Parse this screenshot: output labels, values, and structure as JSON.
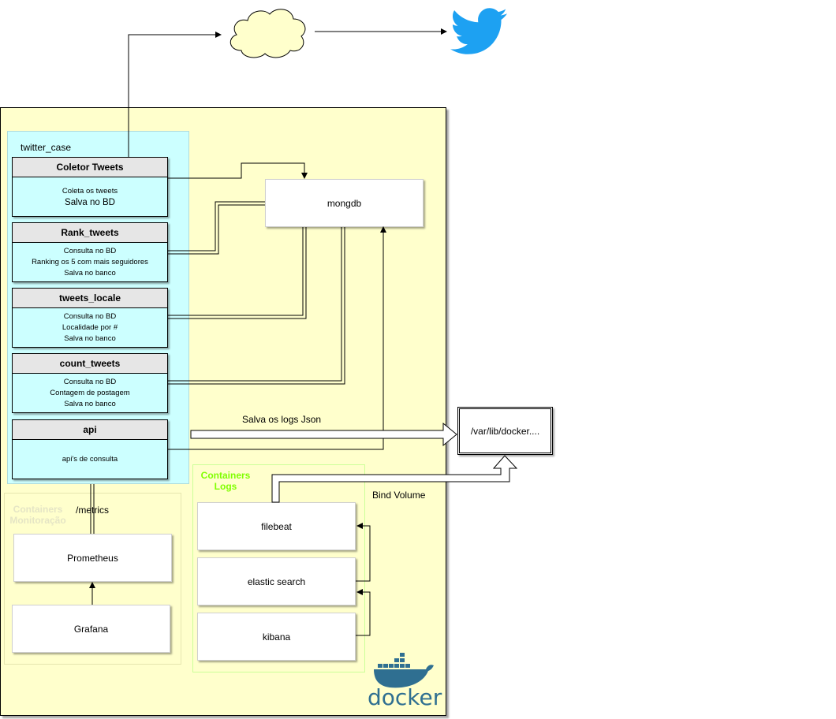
{
  "group": {
    "label": "twitter_case"
  },
  "services": [
    {
      "title": "Coletor Tweets",
      "lines": [
        "Coleta os tweets"
      ],
      "big_lines": [
        "Salva no BD"
      ]
    },
    {
      "title": "Rank_tweets",
      "lines": [
        "Consulta no BD",
        "Ranking os 5 com mais seguidores",
        "Salva no banco"
      ]
    },
    {
      "title": "tweets_locale",
      "lines": [
        "Consulta no BD",
        "Localidade por #",
        "Salva no banco"
      ]
    },
    {
      "title": "count_tweets",
      "lines": [
        "Consulta no BD",
        "Contagem de postagem",
        "Salva no banco"
      ]
    },
    {
      "title": "api",
      "lines": [
        "api's de consulta"
      ]
    }
  ],
  "mongodb": {
    "label": "mongdb"
  },
  "logs_label": "Salva os logs Json",
  "varlib": {
    "label": "/var/lib/docker...."
  },
  "bind_volume_label": "Bind Volume",
  "containers_logs": {
    "label": "Containers Logs",
    "items": [
      "filebeat",
      "elastic search",
      "kibana"
    ]
  },
  "containers_monitoring": {
    "label": "Containers Monitoração",
    "metrics_label": "/metrics",
    "prometheus": "Prometheus",
    "grafana": "Grafana"
  },
  "docker_logo_text": "docker",
  "icons": {
    "cloud": "cloud-icon",
    "twitter": "twitter-bird-icon",
    "docker": "docker-whale-icon"
  },
  "colors": {
    "docker_area": "#ffffcc",
    "group_cyan": "#ccffff",
    "twitter_blue": "#1da1f2",
    "logs_green": "#80ff00",
    "docker_blue": "#2f6f91",
    "cloud_fill": "#ffffcc"
  }
}
